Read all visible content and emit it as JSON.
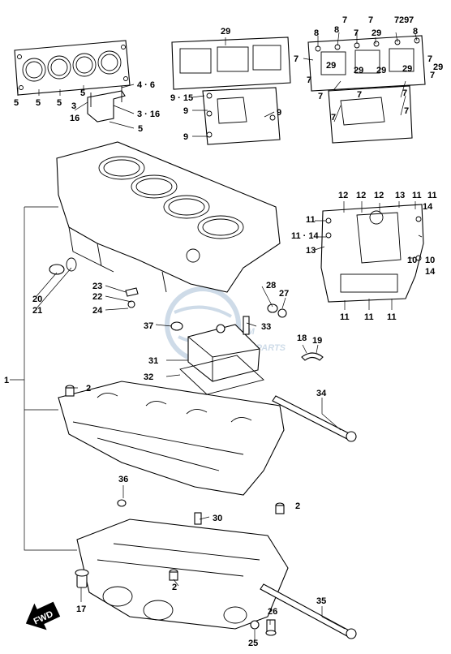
{
  "watermark": {
    "logo_text": "PEM",
    "sub_text": "MOTORPARTS",
    "color": "#c9d8e6"
  },
  "fwd_label": "FWD",
  "callouts": {
    "c1": "1",
    "c2a": "2",
    "c2b": "2",
    "c2c": "2",
    "c3": "3",
    "c3_16": "3 · 16",
    "c4_6": "4 · 6",
    "c5a": "5",
    "c5b": "5",
    "c5c": "5",
    "c5d": "5",
    "c5e": "5",
    "c7": [
      "7",
      "7",
      "7",
      "7",
      "7",
      "7",
      "7",
      "7",
      "7",
      "7",
      "7",
      "7",
      "7",
      "7"
    ],
    "c8a": "8",
    "c8b": "8",
    "c8c": "8",
    "c9a": "9",
    "c9b": "9",
    "c9c": "9",
    "c9_15": "9 · 15",
    "c10a": "10",
    "c10b": "10",
    "c11": [
      "11",
      "11",
      "11",
      "11",
      "11",
      "11"
    ],
    "c11_14": "11 · 14",
    "c12a": "12",
    "c12b": "12",
    "c12c": "12",
    "c13a": "13",
    "c13b": "13",
    "c14a": "14",
    "c14b": "14",
    "c16": "16",
    "c17": "17",
    "c18": "18",
    "c19": "19",
    "c20": "20",
    "c21": "21",
    "c22": "22",
    "c23": "23",
    "c24": "24",
    "c25": "25",
    "c26": "26",
    "c27": "27",
    "c28": "28",
    "c29": [
      "29",
      "29",
      "29",
      "29",
      "29",
      "29",
      "29"
    ],
    "c30": "30",
    "c31": "31",
    "c32": "32",
    "c33": "33",
    "c34": "34",
    "c35": "35",
    "c36": "36",
    "c37": "37"
  }
}
